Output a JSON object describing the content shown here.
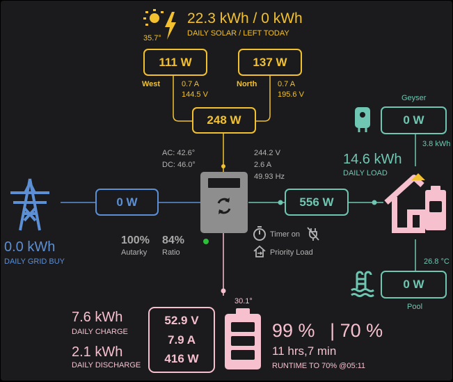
{
  "solar": {
    "sun_angle": "35.7°",
    "energy_line": "22.3 kWh / 0 kWh",
    "energy_label": "DAILY SOLAR / LEFT TODAY",
    "west": {
      "name": "West",
      "power": "111 W",
      "current": "0.7 A",
      "voltage": "144.5 V"
    },
    "north": {
      "name": "North",
      "power": "137 W",
      "current": "0.7 A",
      "voltage": "195.6 V"
    },
    "total_power": "248 W"
  },
  "inverter": {
    "ac_temp": "AC: 42.6°",
    "dc_temp": "DC: 46.0°",
    "voltage": "244.2 V",
    "current": "2.6 A",
    "frequency": "49.93 Hz",
    "autarky_value": "100%",
    "autarky_label": "Autarky",
    "ratio_value": "84%",
    "ratio_label": "Ratio",
    "timer_label": "Timer on",
    "priority_label": "Priority Load"
  },
  "grid": {
    "power": "0 W",
    "energy": "0.0 kWh",
    "energy_label": "DAILY GRID BUY"
  },
  "load": {
    "power": "556 W",
    "energy": "14.6 kWh",
    "energy_label": "DAILY LOAD",
    "geyser": {
      "name": "Geyser",
      "power": "0 W",
      "energy": "3.8 kWh"
    },
    "pool": {
      "name": "Pool",
      "power": "0 W",
      "temperature": "26.8 °C"
    }
  },
  "battery": {
    "temperature": "30.1°",
    "voltage": "52.9 V",
    "current": "7.9 A",
    "power": "416 W",
    "charge": "7.6 kWh",
    "charge_label": "DAILY CHARGE",
    "discharge": "2.1 kWh",
    "discharge_label": "DAILY DISCHARGE",
    "soc": "99 %",
    "separator": "|",
    "soc_target": "70 %",
    "runtime": "11 hrs,7 min",
    "runtime_label": "RUNTIME TO 70% @05:11"
  },
  "colors": {
    "solar": "#f3c12f",
    "grid": "#5c8fd4",
    "load": "#6fc6b2",
    "battery": "#f6c0cf",
    "inverter": "#8e8e8e",
    "status_dot": "#2bbf3a"
  },
  "icons": [
    "sun-icon",
    "lightning-icon",
    "transmission-tower-icon",
    "inverter-icon",
    "timer-icon",
    "no-plug-icon",
    "priority-home-icon",
    "house-icon",
    "geyser-icon",
    "pool-icon",
    "battery-icon"
  ]
}
